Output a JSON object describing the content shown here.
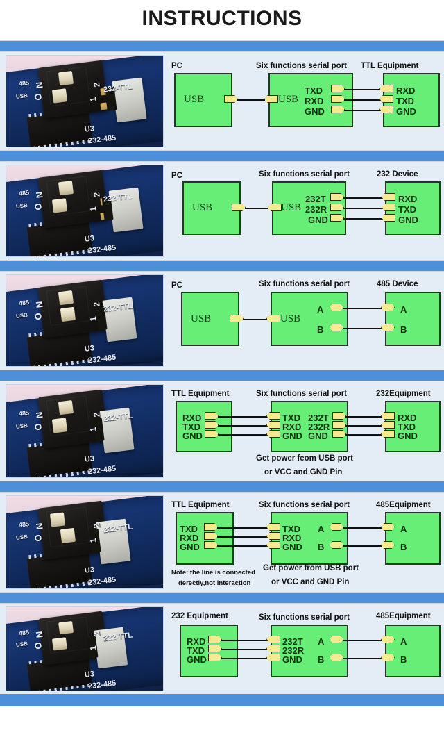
{
  "title": "INSTRUCTIONS",
  "colors": {
    "separator_blue": "#4d90d9",
    "panel_background": "#e4ecf5",
    "box_green": "#66ee77",
    "box_border": "#1d3b1f",
    "pin_yellow": "#f6ea8e",
    "wire_black": "#111111"
  },
  "panels": [
    {
      "id": "usb-to-ttl",
      "headers": {
        "left": "PC",
        "middle": "Six functions  serial port",
        "right": "TTL Equipment"
      },
      "left_box": {
        "label": "USB",
        "pins": []
      },
      "middle_box": {
        "label": "USB",
        "left_pins": [
          {
            "name": ""
          }
        ],
        "right_pins": [
          {
            "name": "TXD"
          },
          {
            "name": "RXD"
          },
          {
            "name": "GND"
          }
        ]
      },
      "right_box": {
        "pins": [
          {
            "name": "RXD"
          },
          {
            "name": "TXD"
          },
          {
            "name": "GND"
          }
        ]
      },
      "notes": []
    },
    {
      "id": "usb-to-232",
      "headers": {
        "left": "PC",
        "middle": "Six functions serial port",
        "right": "232 Device"
      },
      "left_box": {
        "label": "USB",
        "pins": []
      },
      "middle_box": {
        "label": "USB",
        "left_pins": [
          {
            "name": ""
          }
        ],
        "right_pins": [
          {
            "name": "232T"
          },
          {
            "name": "232R"
          },
          {
            "name": "GND"
          }
        ]
      },
      "right_box": {
        "pins": [
          {
            "name": "RXD"
          },
          {
            "name": "TXD"
          },
          {
            "name": "GND"
          }
        ]
      },
      "notes": []
    },
    {
      "id": "usb-to-485",
      "headers": {
        "left": "PC",
        "middle": "Six functions serial port",
        "right": "485 Device"
      },
      "left_box": {
        "label": "USB",
        "pins": []
      },
      "middle_box": {
        "label": "USB",
        "left_pins": [
          {
            "name": ""
          }
        ],
        "right_pins": [
          {
            "name": "A"
          },
          {
            "name": "B"
          }
        ]
      },
      "right_box": {
        "pins": [
          {
            "name": "A"
          },
          {
            "name": "B"
          }
        ]
      },
      "notes": []
    },
    {
      "id": "ttl-to-232",
      "headers": {
        "left": "TTL Equipment",
        "middle": "Six functions serial port",
        "right": "232Equipment"
      },
      "left_box": {
        "pins": [
          {
            "name": "RXD"
          },
          {
            "name": "TXD"
          },
          {
            "name": "GND"
          }
        ]
      },
      "middle_box": {
        "left_pins": [
          {
            "name": "TXD"
          },
          {
            "name": "RXD"
          },
          {
            "name": "GND"
          }
        ],
        "right_pins": [
          {
            "name": "232T"
          },
          {
            "name": "232R"
          },
          {
            "name": "GND"
          }
        ]
      },
      "right_box": {
        "pins": [
          {
            "name": "RXD"
          },
          {
            "name": "TXD"
          },
          {
            "name": "GND"
          }
        ]
      },
      "notes": [
        "Get power feom USB port",
        "or VCC  and  GND Pin"
      ]
    },
    {
      "id": "ttl-to-485",
      "headers": {
        "left": "TTL Equipment",
        "middle": "Six functions serial port",
        "right": "485Equipment"
      },
      "left_box": {
        "pins": [
          {
            "name": "TXD"
          },
          {
            "name": "RXD"
          },
          {
            "name": "GND"
          }
        ]
      },
      "middle_box": {
        "left_pins": [
          {
            "name": "TXD"
          },
          {
            "name": "RXD"
          },
          {
            "name": "GND"
          }
        ],
        "right_pins": [
          {
            "name": "A"
          },
          {
            "name": "B"
          }
        ]
      },
      "right_box": {
        "pins": [
          {
            "name": "A"
          },
          {
            "name": "B"
          }
        ]
      },
      "notes": [
        "Get power from  USB port",
        "or VCC and GND Pin"
      ],
      "side_notes": [
        "Note: the line is connected",
        "derectly,not interaction"
      ]
    },
    {
      "id": "232-to-485",
      "headers": {
        "left": "232 Equipment",
        "middle": "Six functions serial port",
        "right": "485Equipment"
      },
      "left_box": {
        "pins": [
          {
            "name": "RXD"
          },
          {
            "name": "TXD"
          },
          {
            "name": "GND"
          }
        ]
      },
      "middle_box": {
        "left_pins": [
          {
            "name": "232T"
          },
          {
            "name": "232R"
          },
          {
            "name": "GND"
          }
        ],
        "right_pins": [
          {
            "name": "A"
          },
          {
            "name": "B"
          }
        ]
      },
      "right_box": {
        "pins": [
          {
            "name": "A"
          },
          {
            "name": "B"
          }
        ]
      },
      "notes": []
    }
  ],
  "photo": {
    "silkscreen": [
      "485",
      "USB",
      "N",
      "O",
      "2",
      "1",
      "232-TTL",
      "U3",
      "232-485"
    ]
  }
}
